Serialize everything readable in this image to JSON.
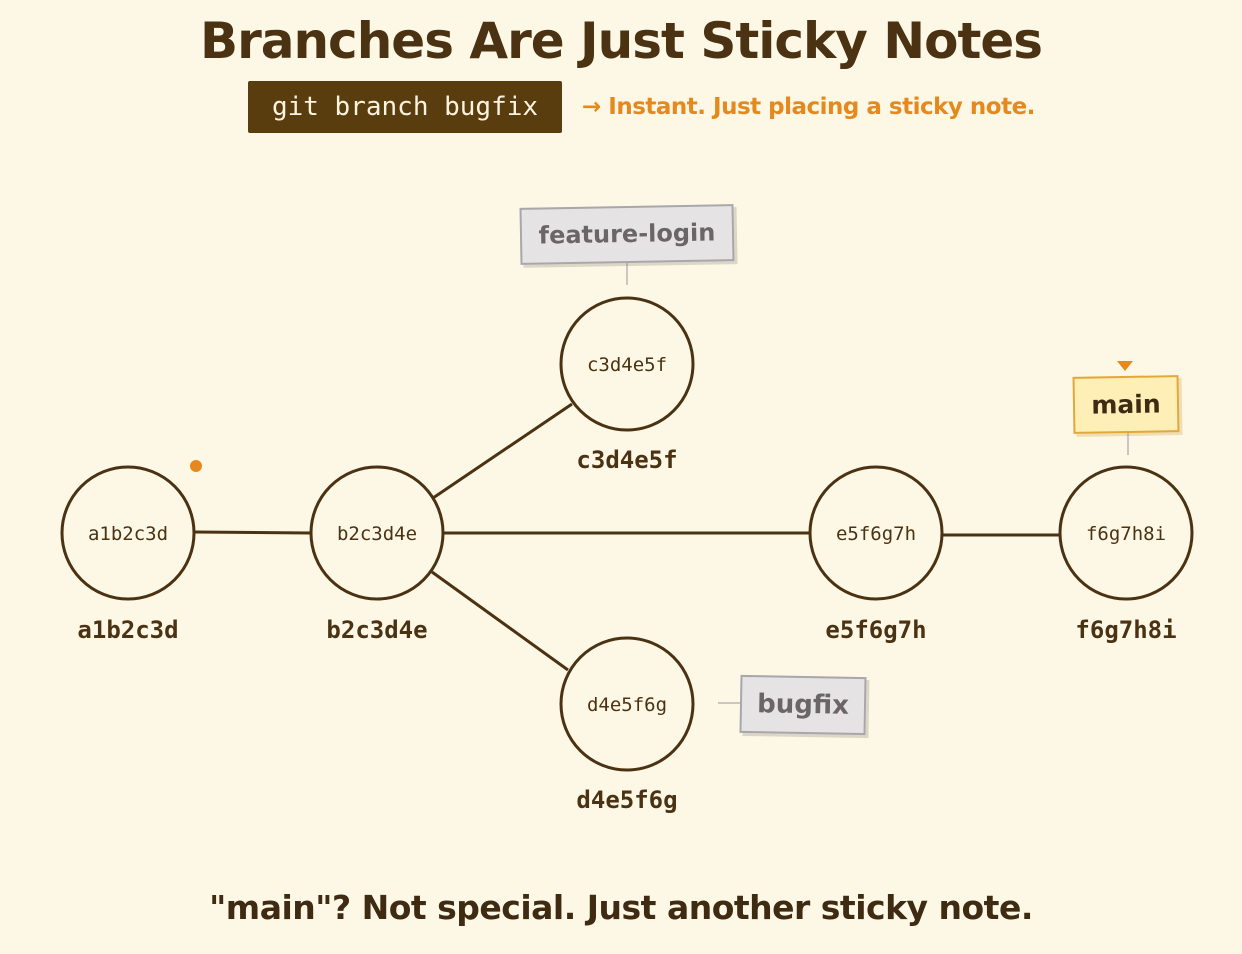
{
  "title": "Branches Are Just Sticky Notes",
  "command": {
    "code": "git branch bugfix",
    "note": "→ Instant. Just placing a sticky note."
  },
  "commits": [
    {
      "id": "a1b2c3d",
      "label": "a1b2c3d"
    },
    {
      "id": "b2c3d4e",
      "label": "b2c3d4e"
    },
    {
      "id": "c3d4e5f",
      "label": "c3d4e5f"
    },
    {
      "id": "d4e5f6g",
      "label": "d4e5f6g"
    },
    {
      "id": "e5f6g7h",
      "label": "e5f6g7h"
    },
    {
      "id": "f6g7h8i",
      "label": "f6g7h8i"
    }
  ],
  "edges": [
    [
      "a1b2c3d",
      "b2c3d4e"
    ],
    [
      "b2c3d4e",
      "c3d4e5f"
    ],
    [
      "b2c3d4e",
      "d4e5f6g"
    ],
    [
      "b2c3d4e",
      "e5f6g7h"
    ],
    [
      "e5f6g7h",
      "f6g7h8i"
    ]
  ],
  "branches": [
    {
      "name": "feature-login",
      "commit": "c3d4e5f"
    },
    {
      "name": "bugfix",
      "commit": "d4e5f6g"
    },
    {
      "name": "main",
      "commit": "f6g7h8i",
      "head": true
    }
  ],
  "footer": "\"main\"? Not special. Just another sticky note.",
  "colors": {
    "background": "#fdf8e6",
    "ink": "#4a3212",
    "accent": "#e6891c",
    "command_bg": "#5a3d0e",
    "tag_gray": "#e6e3e4",
    "tag_main": "#fdefb6"
  }
}
